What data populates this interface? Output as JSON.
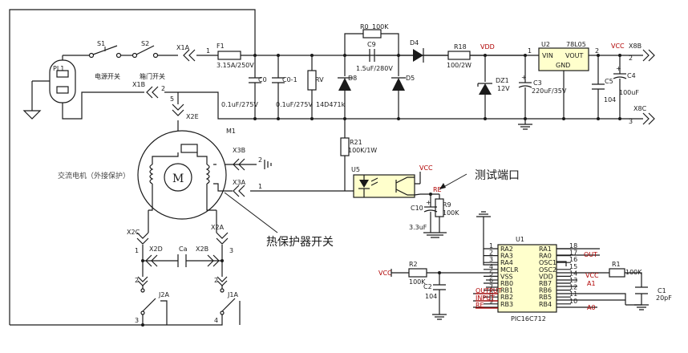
{
  "labels": {
    "pl1": "PL1",
    "s1": "S1",
    "s2": "S2",
    "power_switch": "电源开关",
    "door_switch": "箱门开关",
    "x1a": "X1A",
    "x1b": "X1B",
    "f1": "F1",
    "f1_val": "3.15A/250V",
    "pin1": "1",
    "pin2": "2",
    "pin3": "3",
    "pin4": "4",
    "pin5": "5",
    "c0": "C0",
    "c01": "C0-1",
    "c0_val": "0.1uF/275V",
    "c01_val": "0.1uF/275V",
    "rv": "RV",
    "rv_val": "14D471k",
    "r0": "R0",
    "r0_val": "100K",
    "c9": "C9",
    "c9_val": "1.5uF/280V",
    "d4": "D4",
    "d8": "D8",
    "d5": "D5",
    "r18": "R18",
    "r18_val": "100/2W",
    "vdd": "VDD",
    "dz1": "DZ1",
    "dz1_val": "12V",
    "c3": "C3",
    "c3_val": "220uF/35V",
    "u2": "U2",
    "u2_part": "78L05",
    "vin": "VIN",
    "vout": "VOUT",
    "gnd": "GND",
    "c5": "C5",
    "c5_val": "104",
    "c4": "C4",
    "c4_val": "100uF",
    "vcc": "VCC",
    "x8b": "X8B",
    "x8c": "X8C",
    "x2e": "X2E",
    "m1": "M1",
    "motor_letter": "M",
    "motor_desc": "交流电机（外接保护）",
    "x3b": "X3B",
    "x3a": "X3A",
    "r21": "R21",
    "r21_val": "100K/1W",
    "u5": "U5",
    "re": "RE",
    "r9": "R9",
    "r9_val": "100K",
    "c10": "C10",
    "c10_val": "3.3uF",
    "test_port": "测试端口",
    "thermal_switch": "热保护器开关",
    "x2c": "X2C",
    "x2a": "X2A",
    "x2d": "X2D",
    "x2b": "X2B",
    "ca": "Ca",
    "j2a": "J2A",
    "j1a": "J1A",
    "r2": "R2",
    "r2_val": "100K",
    "c2": "C2",
    "c2_val": "104",
    "r1": "R1",
    "r1_val": "100K",
    "c1": "C1",
    "c1_val": "20pF",
    "u1": "U1",
    "u1_part": "PIC16C712",
    "output": "OUTPUT",
    "input": "INPUT",
    "out": "OUT",
    "a1": "A1",
    "a0": "A0"
  },
  "ic_u1": {
    "left_names": [
      "RA2",
      "RA3",
      "RA4",
      "MCLR",
      "VSS",
      "RB0",
      "RB1",
      "RB2",
      "RB3"
    ],
    "left_pins": [
      "1",
      "2",
      "3",
      "4",
      "5",
      "6",
      "7",
      "8",
      "9"
    ],
    "right_names": [
      "RA1",
      "RA0",
      "OSC1",
      "OSC2",
      "VDD",
      "RB7",
      "RB6",
      "RB5",
      "RB4"
    ],
    "right_pins": [
      "18",
      "17",
      "16",
      "15",
      "14",
      "13",
      "12",
      "11",
      "10"
    ]
  }
}
